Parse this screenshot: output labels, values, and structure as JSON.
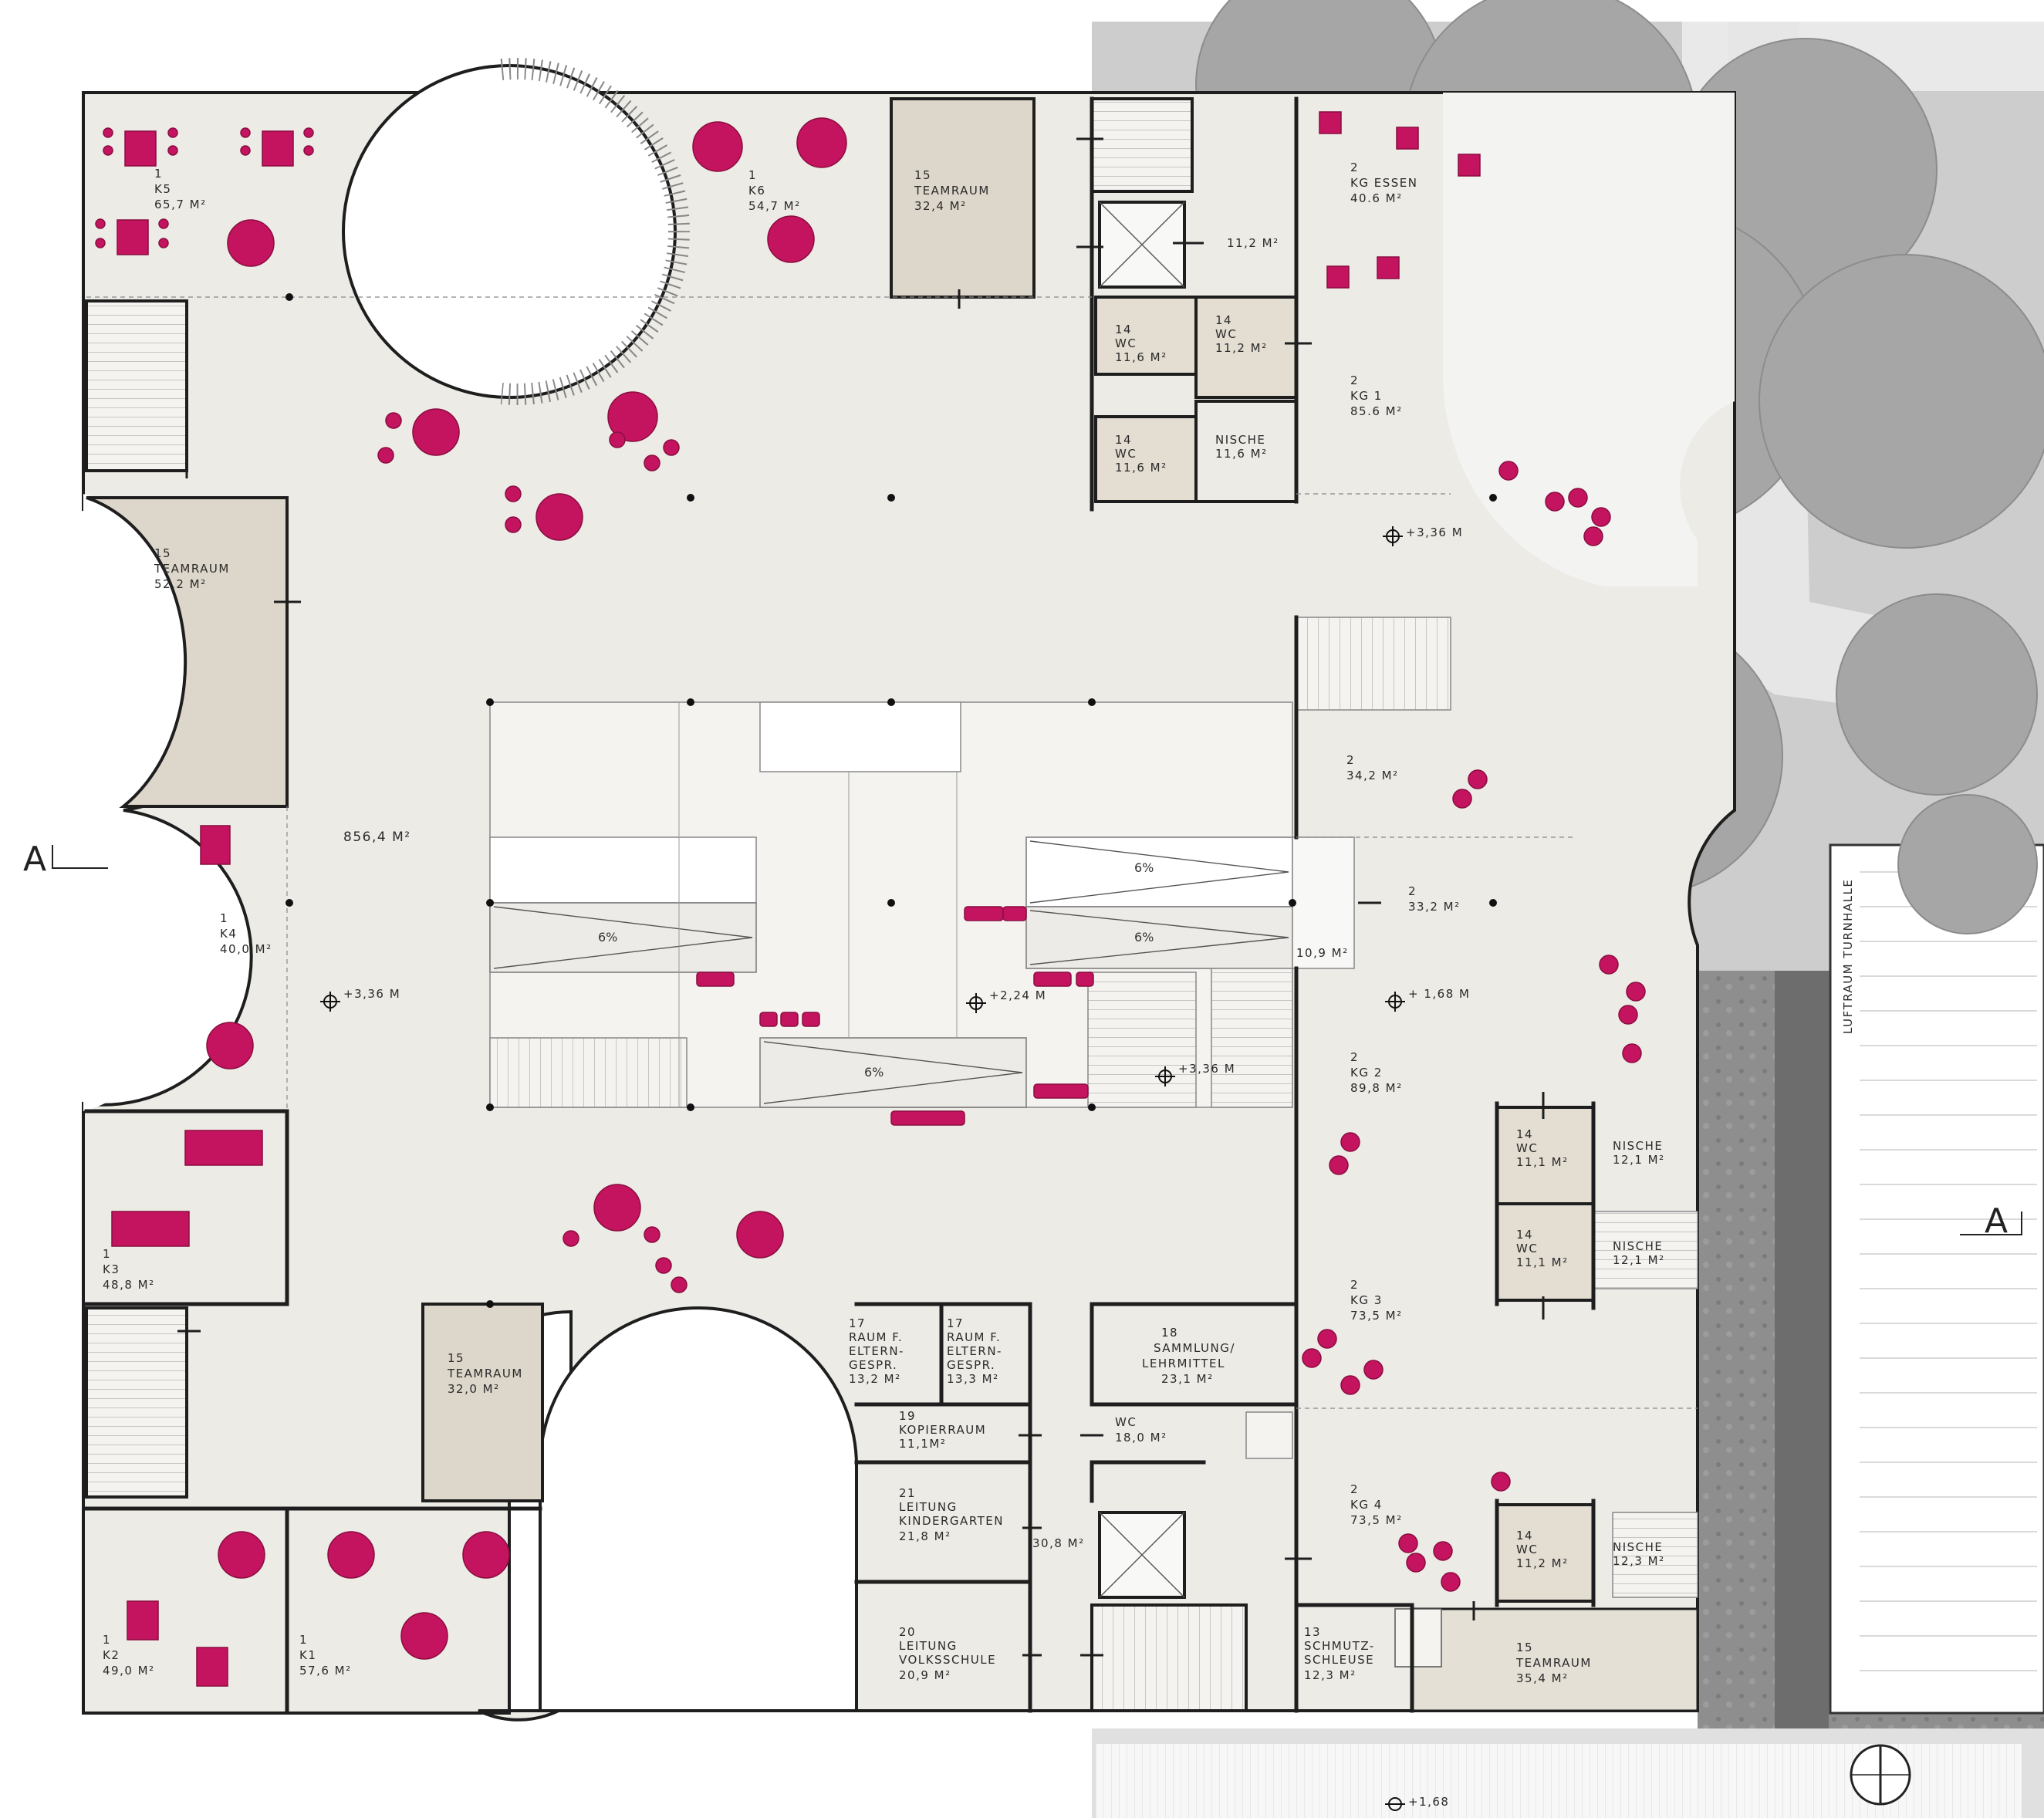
{
  "colors": {
    "floor": "#edebe6",
    "teamroom": "#ddd6ca",
    "furniture": "#c4145f",
    "wall": "#1e1e1e",
    "tree": "#a9a9a9",
    "pavement": "#cfcfcf"
  },
  "sections": {
    "left": "A",
    "right": "A"
  },
  "vertical_label": "LUFTRAUM TURNHALLE",
  "rooms": {
    "k5": {
      "num": "1",
      "name": "K5",
      "area": "65,7 M²"
    },
    "k6": {
      "num": "1",
      "name": "K6",
      "area": "54,7 M²"
    },
    "team_top": {
      "num": "15",
      "name": "TEAMRAUM",
      "area": "32,4 M²"
    },
    "wc_top_area": "11,2 M²",
    "wc_a": {
      "num": "14",
      "name": "WC",
      "area": "11,6 M²"
    },
    "wc_b": {
      "num": "14",
      "name": "WC",
      "area": "11,2 M²"
    },
    "wc_c": {
      "num": "14",
      "name": "WC",
      "area": "11,6 M²"
    },
    "nische_top": {
      "name": "NISCHE",
      "area": "11,6 M²"
    },
    "kg_essen": {
      "num": "2",
      "name": "KG ESSEN",
      "area": "40.6 M²"
    },
    "kg1": {
      "num": "2",
      "name": "KG 1",
      "area": "85.6 M²"
    },
    "team_left": {
      "num": "15",
      "name": "TEAMRAUM",
      "area": "52,2 M²"
    },
    "hall": {
      "area": "856,4 M²"
    },
    "k4": {
      "num": "1",
      "name": "K4",
      "area": "40,0 M²"
    },
    "r2_342": {
      "num": "2",
      "area": "34,2 M²"
    },
    "r2_332": {
      "num": "2",
      "area": "33,2 M²"
    },
    "r109": {
      "area": "10,9 M²"
    },
    "kg2": {
      "num": "2",
      "name": "KG 2",
      "area": "89,8 M²"
    },
    "wc_e": {
      "num": "14",
      "name": "WC",
      "area": "11,1 M²"
    },
    "nische_e": {
      "name": "NISCHE",
      "area": "12,1 M²"
    },
    "wc_f": {
      "num": "14",
      "name": "WC",
      "area": "11,1 M²"
    },
    "nische_f": {
      "name": "NISCHE",
      "area": "12,1 M²"
    },
    "k3": {
      "num": "1",
      "name": "K3",
      "area": "48,8 M²"
    },
    "kg3": {
      "num": "2",
      "name": "KG 3",
      "area": "73,5 M²"
    },
    "team_bottom": {
      "num": "15",
      "name": "TEAMRAUM",
      "area": "32,0 M²"
    },
    "eltern1": {
      "num": "17",
      "l1": "RAUM F.",
      "l2": "ELTERN-",
      "l3": "GESPR.",
      "area": "13,2 M²"
    },
    "eltern2": {
      "num": "17",
      "l1": "RAUM F.",
      "l2": "ELTERN-",
      "l3": "GESPR.",
      "area": "13,3 M²"
    },
    "sammlung": {
      "num": "18",
      "l1": "SAMMLUNG/",
      "l2": "LEHRMITTEL",
      "area": "23,1 M²"
    },
    "kopier": {
      "num": "19",
      "name": "KOPIERRAUM",
      "area": "11,1M²"
    },
    "wc_mid": {
      "name": "WC",
      "area": "18,0 M²"
    },
    "leit_kg": {
      "num": "21",
      "l1": "LEITUNG",
      "l2": "KINDERGARTEN",
      "area": "21,8 M²"
    },
    "corr308": {
      "area": "30,8 M²"
    },
    "kg4": {
      "num": "2",
      "name": "KG 4",
      "area": "73,5 M²"
    },
    "wc_g": {
      "num": "14",
      "name": "WC",
      "area": "11,2 M²"
    },
    "nische_g": {
      "name": "NISCHE",
      "area": "12,3 M²"
    },
    "k2": {
      "num": "1",
      "name": "K2",
      "area": "49,0 M²"
    },
    "k1": {
      "num": "1",
      "name": "K1",
      "area": "57,6 M²"
    },
    "leit_vs": {
      "num": "20",
      "l1": "LEITUNG",
      "l2": "VOLKSSCHULE",
      "area": "20,9 M²"
    },
    "schleuse": {
      "num": "13",
      "l1": "SCHMUTZ-",
      "l2": "SCHLEUSE",
      "area": "12,3 M²"
    },
    "team_br": {
      "num": "15",
      "name": "TEAMRAUM",
      "area": "35,4 M²"
    }
  },
  "levels": {
    "l1": "+3,36 M",
    "l2": "+3,36 M",
    "l3": "+2,24 M",
    "l4": "+3,36 M",
    "l5": "+ 1,68 M",
    "l6": "+1,68"
  },
  "slopes": {
    "s1": "6%",
    "s2": "6%",
    "s3": "6%",
    "s4": "6%"
  }
}
